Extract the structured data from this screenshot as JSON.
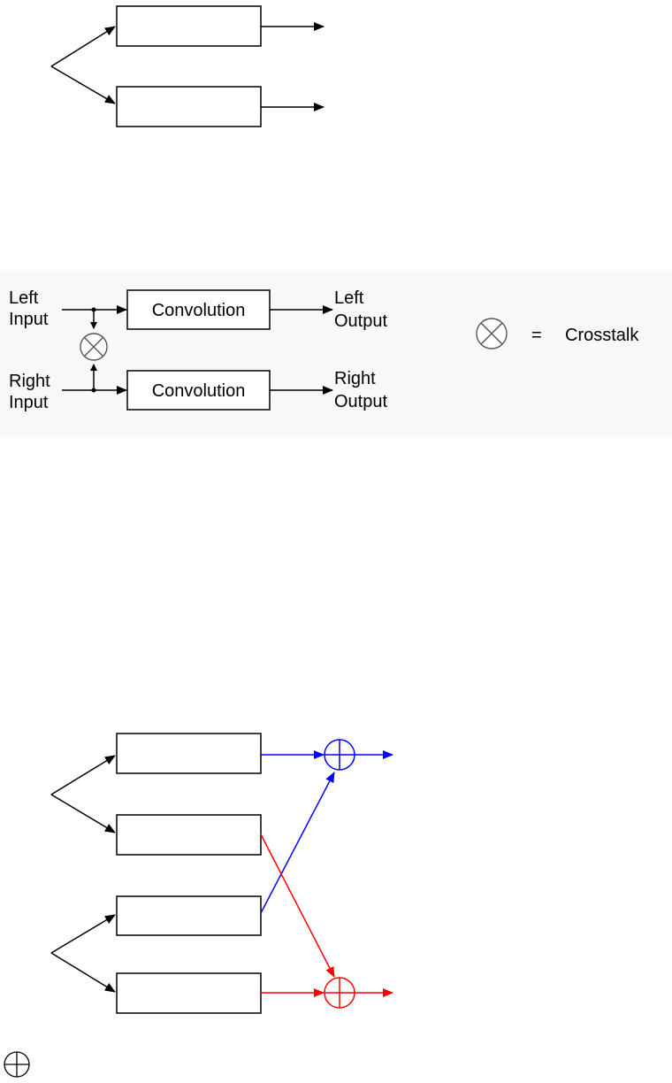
{
  "crosstalk_figure": {
    "left_input": [
      "Left",
      "Input"
    ],
    "right_input": [
      "Right",
      "Input"
    ],
    "left_output": [
      "Left",
      "Output"
    ],
    "right_output": [
      "Right",
      "Output"
    ],
    "top_block": "Convolution",
    "bottom_block": "Convolution",
    "legend_equals": "=",
    "legend_label": "Crosstalk"
  },
  "colors": {
    "line": "#000000",
    "figure_bg": "#f8f8f8",
    "left_path": "#0000ff",
    "right_path": "#ff0000"
  }
}
